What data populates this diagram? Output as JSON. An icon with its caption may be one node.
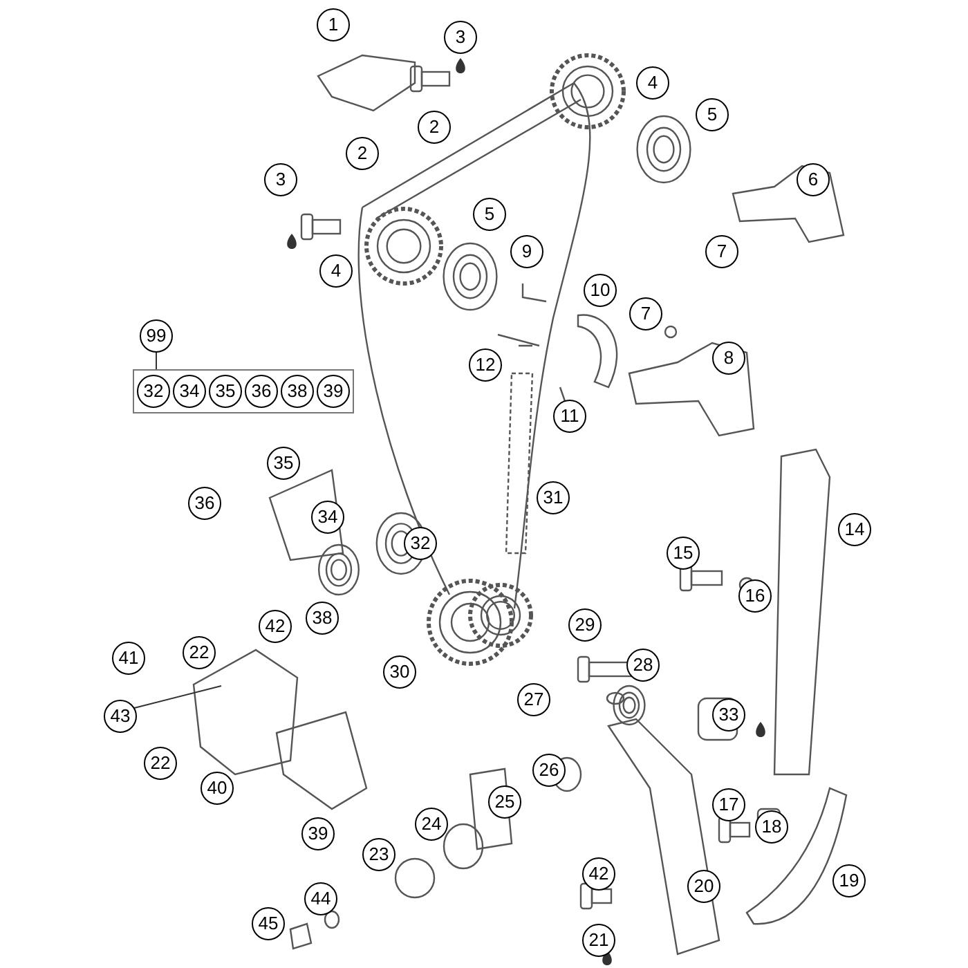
{
  "diagram": {
    "nodes": [
      {
        "text": [
          "1"
        ]
      },
      {
        "text": [
          "3"
        ]
      },
      {
        "text": [
          "2"
        ]
      },
      {
        "text": [
          "2"
        ]
      },
      {
        "text": [
          "4"
        ]
      },
      {
        "text": [
          "3"
        ]
      },
      {
        "text": [
          "5"
        ]
      },
      {
        "text": [
          "6"
        ]
      },
      {
        "text": [
          "4"
        ]
      },
      {
        "text": [
          "5"
        ]
      },
      {
        "text": [
          "9"
        ]
      },
      {
        "text": [
          "7"
        ]
      },
      {
        "text": [
          "10"
        ]
      },
      {
        "text": [
          "7"
        ]
      },
      {
        "text": [
          "12"
        ]
      },
      {
        "text": [
          "8"
        ]
      },
      {
        "text": [
          "11"
        ]
      },
      {
        "text": [
          "99"
        ]
      },
      {
        "text": [
          "32",
          "34",
          "35",
          "36",
          "38",
          "39"
        ]
      },
      {
        "text": [
          "35"
        ]
      },
      {
        "text": [
          "31"
        ]
      },
      {
        "text": [
          "36"
        ]
      },
      {
        "text": [
          "34"
        ]
      },
      {
        "text": [
          "32"
        ]
      },
      {
        "text": [
          "14"
        ]
      },
      {
        "text": [
          "15"
        ]
      },
      {
        "text": [
          "16"
        ]
      },
      {
        "text": [
          "38"
        ]
      },
      {
        "text": [
          "42"
        ]
      },
      {
        "text": [
          "29"
        ]
      },
      {
        "text": [
          "41"
        ]
      },
      {
        "text": [
          "22"
        ]
      },
      {
        "text": [
          "30"
        ]
      },
      {
        "text": [
          "28"
        ]
      },
      {
        "text": [
          "27"
        ]
      },
      {
        "text": [
          "33"
        ]
      },
      {
        "text": [
          "43"
        ]
      },
      {
        "text": [
          "22"
        ]
      },
      {
        "text": [
          "40"
        ]
      },
      {
        "text": [
          "26"
        ]
      },
      {
        "text": [
          "17"
        ]
      },
      {
        "text": [
          "25"
        ]
      },
      {
        "text": [
          "18"
        ]
      },
      {
        "text": [
          "24"
        ]
      },
      {
        "text": [
          "39"
        ]
      },
      {
        "text": [
          "23"
        ]
      },
      {
        "text": [
          "42"
        ]
      },
      {
        "text": [
          "20"
        ]
      },
      {
        "text": [
          "19"
        ]
      },
      {
        "text": [
          "44"
        ]
      },
      {
        "text": [
          "45"
        ]
      },
      {
        "text": [
          "21"
        ]
      }
    ],
    "edges": [
      {
        "from": 17,
        "to": 18,
        "arrow": "none"
      },
      {
        "from": 36,
        "to": null,
        "arrow": "none"
      }
    ]
  }
}
